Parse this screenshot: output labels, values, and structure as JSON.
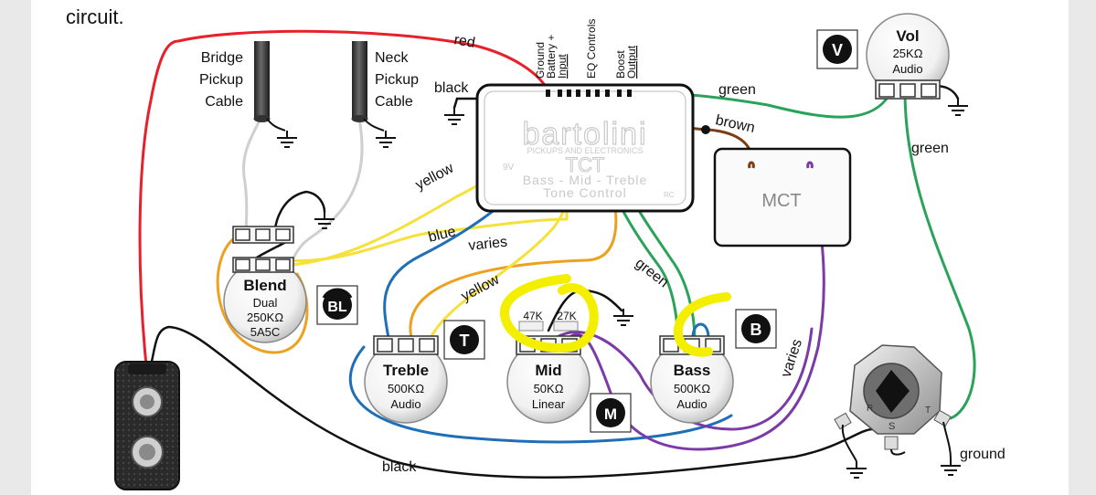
{
  "header_text": "circuit.",
  "cables": {
    "bridge": [
      "Bridge",
      "Pickup",
      "Cable"
    ],
    "neck": [
      "Neck",
      "Pickup",
      "Cable"
    ]
  },
  "module": {
    "brand": "bartolini",
    "brand_sub": "PICKUPS AND ELECTRONICS",
    "model": "TCT",
    "voltage": "9V",
    "line1": "Bass - Mid - Treble",
    "line2": "Tone Control",
    "suffix": "RC",
    "pin_labels": [
      "Ground",
      "Battery +",
      "Input",
      "EQ Controls",
      "Boost",
      "Output"
    ]
  },
  "mct": {
    "label": "MCT"
  },
  "wire_labels": {
    "red": "red",
    "black_top": "black",
    "green_top": "green",
    "brown": "brown",
    "green_right": "green",
    "yellow_top": "yellow",
    "blue": "blue",
    "varies_mid": "varies",
    "yellow_mid": "yellow",
    "green_mid": "green",
    "varies_right": "varies",
    "black_bottom": "black",
    "ground": "ground"
  },
  "pots": {
    "vol": {
      "name": "Vol",
      "value": "25KΩ",
      "taper": "Audio",
      "badge": "V"
    },
    "blend": {
      "name": "Blend",
      "line1": "Dual",
      "value": "250KΩ",
      "taper": "5A5C",
      "badge": "BL"
    },
    "treble": {
      "name": "Treble",
      "value": "500KΩ",
      "taper": "Audio",
      "badge": "T"
    },
    "mid": {
      "name": "Mid",
      "value": "50KΩ",
      "taper": "Linear",
      "badge": "M"
    },
    "bass": {
      "name": "Bass",
      "value": "500KΩ",
      "taper": "Audio",
      "badge": "B"
    }
  },
  "mid_resistors": [
    "47K",
    "27K"
  ],
  "jack_pins": [
    "R",
    "S",
    "T"
  ],
  "colors": {
    "red": "#e8202a",
    "yellow": "#f5e13a",
    "blue": "#1f6fb8",
    "green": "#2aa35a",
    "brown": "#7a3e12",
    "purple": "#7b3aa6",
    "orange": "#eea020",
    "highlight": "#f4ef00",
    "black": "#111111"
  }
}
